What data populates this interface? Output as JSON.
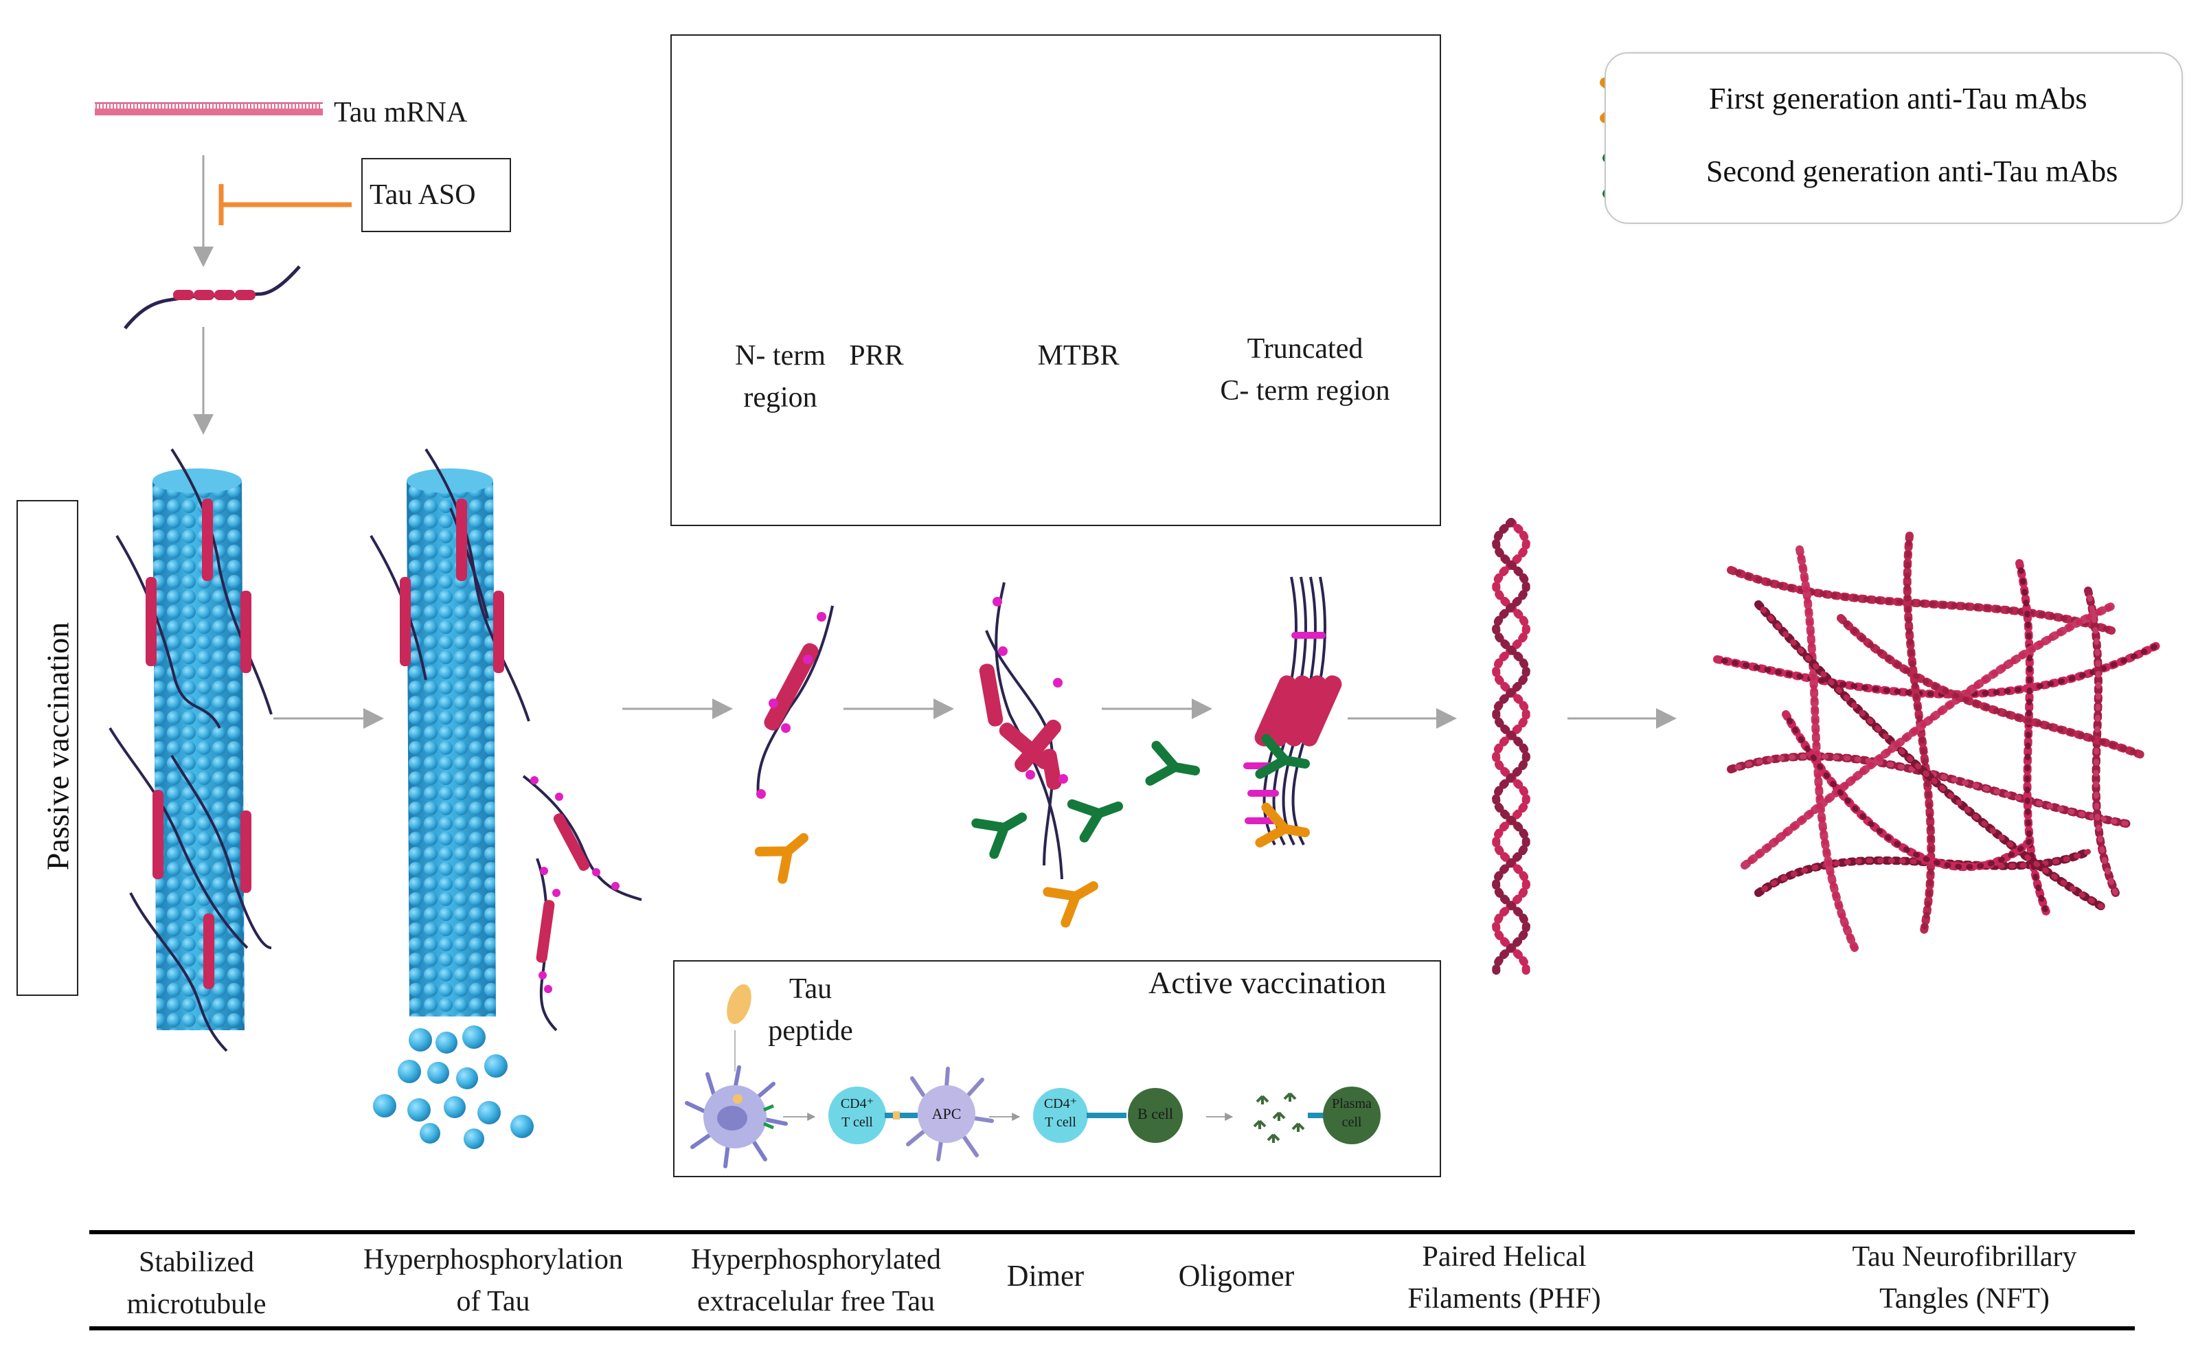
{
  "legend": {
    "first_gen": "First generation anti-Tau  mAbs",
    "second_gen": "Second generation anti-Tau  mAbs"
  },
  "top_left": {
    "mrna": "Tau  mRNA",
    "aso": "Tau  ASO"
  },
  "passive": "Passive vaccination",
  "domains": {
    "n_term": "N- term",
    "n_term_2": "region",
    "prr": "PRR",
    "mtbr": "MTBR",
    "truncated": "Truncated",
    "truncated_2": "C- term region"
  },
  "active": {
    "title": "Active vaccination",
    "peptide": "Tau",
    "peptide_2": "peptide",
    "cd4_a": "CD4⁺",
    "tcell_a": "T cell",
    "apc": "APC",
    "cd4_b": "CD4⁺",
    "tcell_b": "T cell",
    "bcell": "B cell",
    "plasma": "Plasma",
    "plasma_2": "cell"
  },
  "stages": [
    {
      "l1": "Stabilized",
      "l2": "microtubule"
    },
    {
      "l1": "Hyperphosphorylation",
      "l2": "of Tau"
    },
    {
      "l1": "Hyperphosphorylated",
      "l2": "extracelular free Tau"
    },
    {
      "l1": "Dimer",
      "l2": ""
    },
    {
      "l1": "Oligomer",
      "l2": ""
    },
    {
      "l1": "Paired Helical",
      "l2": "Filaments (PHF)"
    },
    {
      "l1": "Tau  Neurofibrillary",
      "l2": "Tangles  (NFT)"
    }
  ],
  "colors": {
    "tau": "#c9285a",
    "phospho": "#e020c0",
    "microtubule": "#3fb0e0",
    "first_gen_mab": "#e8900e",
    "second_gen_mab": "#137a3c",
    "aso": "#f28a33",
    "nft": "#b8284f"
  }
}
